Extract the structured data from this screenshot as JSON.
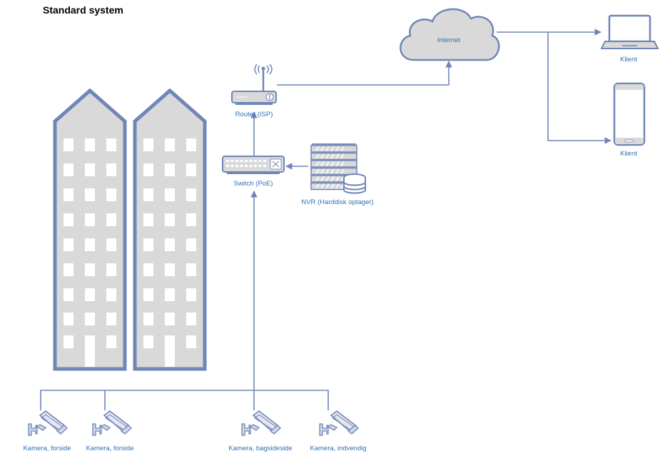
{
  "title": "Standard system",
  "colors": {
    "stroke": "#6f86b7",
    "fill": "#d9d9d9",
    "label": "#2f6fb5",
    "building": "#d9d9d9"
  },
  "nodes": {
    "internet": {
      "label": "Internet",
      "icon": "cloud-icon"
    },
    "router": {
      "label": "Router (ISP)",
      "icon": "router-icon"
    },
    "switch": {
      "label": "Switch (PoE)",
      "icon": "switch-icon"
    },
    "nvr": {
      "label": "NVR (Harddisk optager)",
      "icon": "server-storage-icon"
    },
    "laptop_client": {
      "label": "Klient",
      "icon": "laptop-icon"
    },
    "phone_client": {
      "label": "Klient",
      "icon": "smartphone-icon"
    },
    "cameras": [
      {
        "label": "Kamera, forside",
        "icon": "camera-icon"
      },
      {
        "label": "Kamera, forside",
        "icon": "camera-icon"
      },
      {
        "label": "Kamera, bagsideside",
        "icon": "camera-icon"
      },
      {
        "label": "Kamera, indvendig",
        "icon": "camera-icon"
      }
    ]
  },
  "buildings": {
    "count": 2,
    "icon": "apartment-building-icon"
  }
}
